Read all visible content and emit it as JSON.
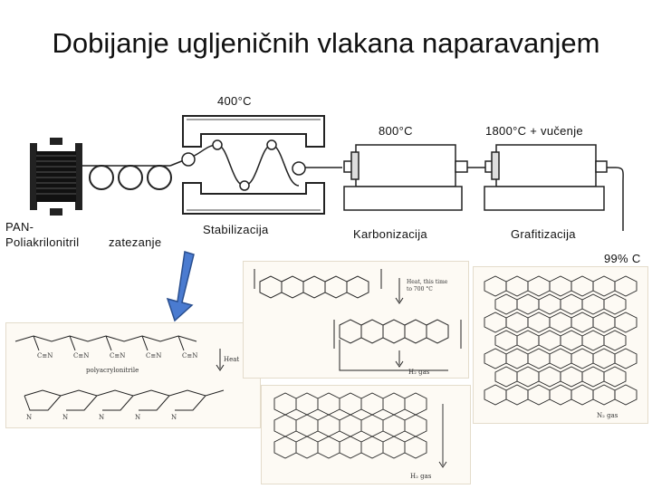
{
  "slide": {
    "title": "Dobijanje ugljeničnih vlakana naparavanjem"
  },
  "process": {
    "temp_stabilization": "400°C",
    "temp_carbonization": "800°C",
    "temp_graphitization": "1800°C + vučenje",
    "label_pan_line1": "PAN-",
    "label_pan_line2": "Poliakrilonitril",
    "label_stretching": "zatezanje",
    "label_stabilization": "Stabilizacija",
    "label_carbonization": "Karbonizacija",
    "label_graphitization": "Grafitizacija",
    "label_purity": "99% C"
  },
  "structures": {
    "polyacrylonitrile_caption": "polyacrylonitrile",
    "heat_label": "Heat",
    "heat_note_line1": "Heat, this time",
    "heat_note_line2": "to 700 °C",
    "h2_gas": "H₂ gas",
    "n2_gas": "N₂ gas"
  },
  "colors": {
    "arrow_fill": "#4a7bd0",
    "arrow_stroke": "#2a4f8f",
    "diagram_ink": "#222222"
  }
}
